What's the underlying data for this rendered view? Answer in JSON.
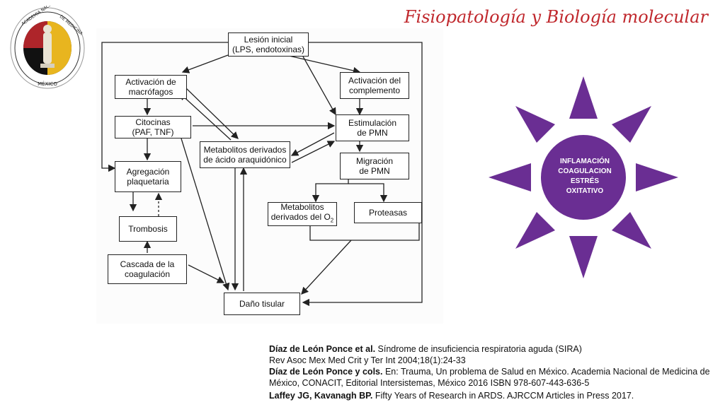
{
  "title": "Fisiopatología y Biología molecular",
  "logo": {
    "lines": [
      "ACADEMIA NACIONAL DE MEDICINA",
      "MÉXICO"
    ],
    "colors": {
      "red": "#c0282d",
      "gold": "#e8b51f",
      "black": "#111111"
    }
  },
  "diagram": {
    "boxes": {
      "lesion": "Lesión inicial\n(LPS, endotoxinas)",
      "activacion_macrofagos": "Activación de\nmacrófagos",
      "activacion_complemento": "Activación del\ncomplemento",
      "citocinas": "Citocinas\n(PAF, TNF)",
      "estimulacion_pmn": "Estimulación\nde PMN",
      "metabolitos_araquidonico": "Metabolitos derivados\nde ácido araquidónico",
      "agregacion_plaquetaria": "Agregación\nplaquetaria",
      "migracion_pmn": "Migración\nde PMN",
      "metabolitos_o2": "Metabolitos\nderivados del O",
      "metabolitos_o2_sub": "2",
      "proteasas": "Proteasas",
      "trombosis": "Trombosis",
      "cascada_coagulacion": "Cascada de la\ncoagulación",
      "dano_tisular": "Daño tisular"
    }
  },
  "sun": {
    "lines": [
      "INFLAMACIÓN",
      "COAGULACION",
      "ESTRÉS",
      "OXITATIVO"
    ],
    "colors": {
      "ray": "#6a2e93",
      "circle": "#6a2e93",
      "ring": "#ffffff"
    }
  },
  "references": [
    {
      "bold": "Díaz de León Ponce et al.",
      "text": " Síndrome de insuficiencia respiratoria aguda (SIRA)"
    },
    {
      "bold": "",
      "text": "Rev Asoc Mex Med Crit y Ter Int 2004;18(1):24-33"
    },
    {
      "bold": "Díaz de León Ponce y cols.",
      "text": " En: Trauma, Un problema de Salud en México. Academia Nacional de Medicina de México, CONACIT, Editorial Intersistemas, México 2016 ISBN 978-607-443-636-5"
    },
    {
      "bold": " Laffey JG, Kavanagh BP.",
      "text": " Fifty Years of Research in ARDS. AJRCCM Articles in Press 2017."
    }
  ]
}
